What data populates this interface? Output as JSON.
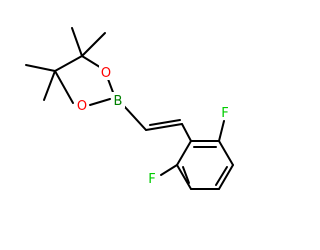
{
  "colors": {
    "bond": "#000000",
    "carbon": "#000000",
    "oxygen": "#ff0000",
    "boron": "#008000",
    "fluorine": "#00cc00"
  },
  "atoms": [
    {
      "id": "o_top",
      "element": "O",
      "label": "O"
    },
    {
      "id": "o_bottom",
      "element": "O",
      "label": "O"
    },
    {
      "id": "b",
      "element": "B",
      "label": "B"
    },
    {
      "id": "f_top",
      "element": "F",
      "label": "F"
    },
    {
      "id": "f_bottom",
      "element": "F",
      "label": "F"
    }
  ]
}
